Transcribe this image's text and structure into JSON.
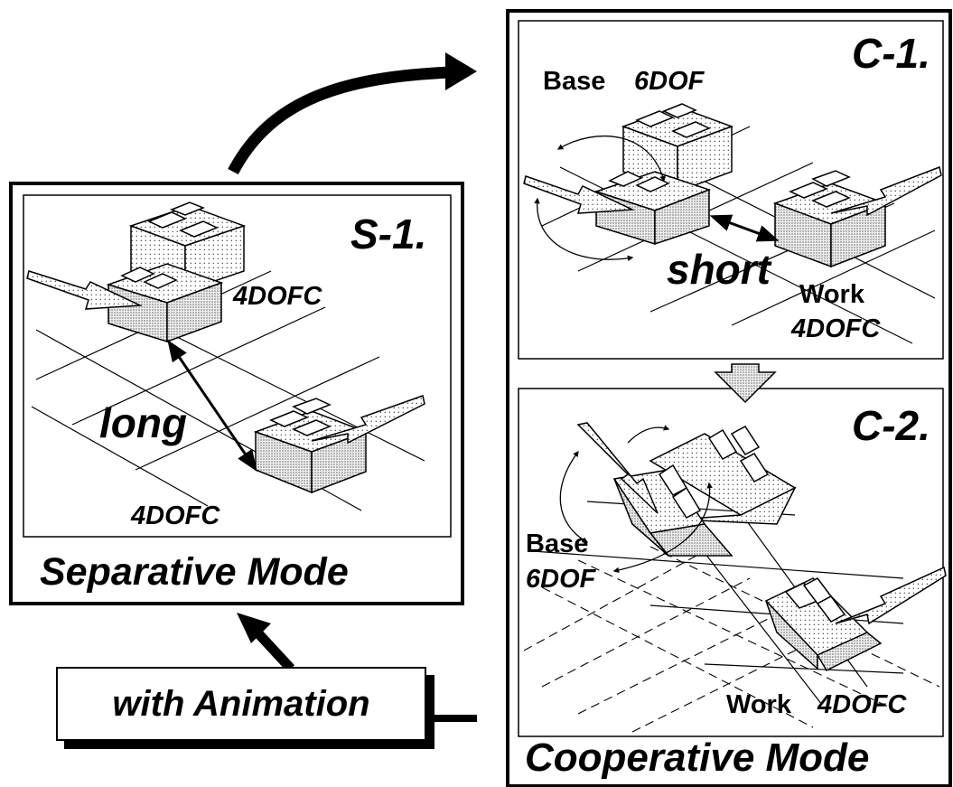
{
  "separative": {
    "panel_label": "S-1.",
    "upper_dof": "4DOFC",
    "lower_dof": "4DOFC",
    "distance": "long",
    "mode_title": "Separative Mode"
  },
  "cooperative": {
    "c1": {
      "panel_label": "C-1.",
      "base_word": "Base",
      "base_dof": "6DOF",
      "distance": "short",
      "work_word": "Work",
      "work_dof": "4DOFC"
    },
    "c2": {
      "panel_label": "C-2.",
      "base_word": "Base",
      "base_dof": "6DOF",
      "work_word": "Work",
      "work_dof": "4DOFC"
    },
    "mode_title": "Cooperative Mode"
  },
  "transition": {
    "label": "with Animation"
  }
}
